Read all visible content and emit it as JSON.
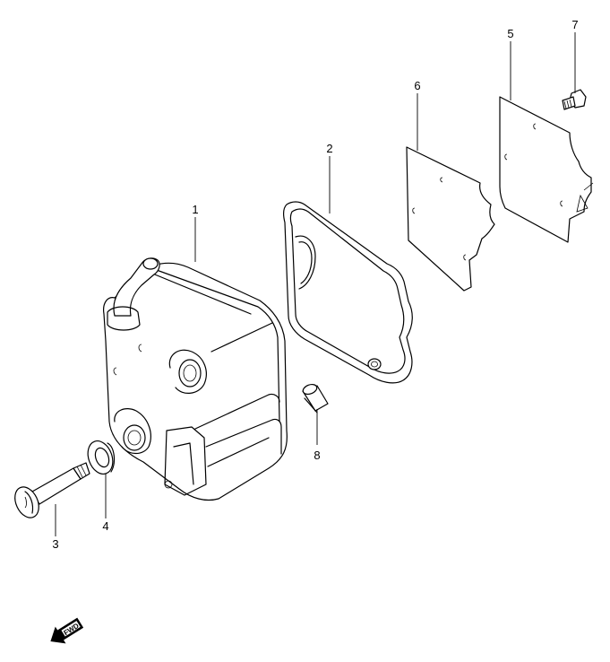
{
  "parts": [
    {
      "number": "1"
    },
    {
      "number": "2"
    },
    {
      "number": "3"
    },
    {
      "number": "4"
    },
    {
      "number": "5"
    },
    {
      "number": "6"
    },
    {
      "number": "7"
    },
    {
      "number": "8"
    }
  ],
  "fwd_label": "FWD"
}
